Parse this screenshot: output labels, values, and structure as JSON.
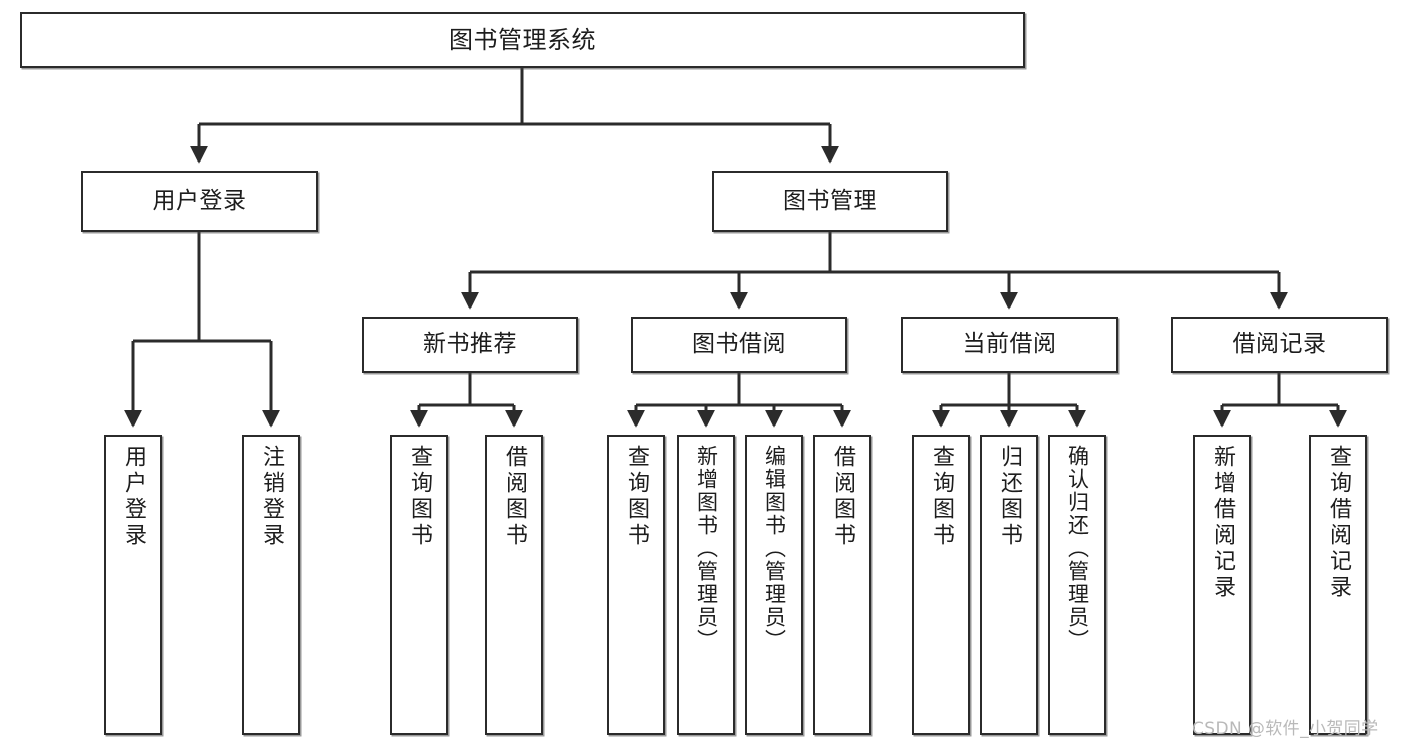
{
  "diagram": {
    "type": "hierarchy-tree",
    "title": "图书管理系统",
    "watermark": "CSDN @软件_小贺同学",
    "colors": {
      "box_border": "#2b2b2b",
      "box_fill": "#ffffff",
      "connector": "#2b2b2b",
      "text": "#1d1d1d",
      "watermark": "#b9b9b9",
      "background": "#ffffff"
    },
    "levels": [
      {
        "level": 1,
        "nodes": [
          {
            "id": "root",
            "label": "图书管理系统",
            "orientation": "horizontal"
          }
        ]
      },
      {
        "level": 2,
        "nodes": [
          {
            "id": "login",
            "label": "用户登录",
            "orientation": "horizontal",
            "parent": "root"
          },
          {
            "id": "bookmgmt",
            "label": "图书管理",
            "orientation": "horizontal",
            "parent": "root"
          }
        ]
      },
      {
        "level": 3,
        "nodes": [
          {
            "id": "newbook",
            "label": "新书推荐",
            "orientation": "horizontal",
            "parent": "bookmgmt"
          },
          {
            "id": "borrow",
            "label": "图书借阅",
            "orientation": "horizontal",
            "parent": "bookmgmt"
          },
          {
            "id": "current",
            "label": "当前借阅",
            "orientation": "horizontal",
            "parent": "bookmgmt"
          },
          {
            "id": "records",
            "label": "借阅记录",
            "orientation": "horizontal",
            "parent": "bookmgmt"
          }
        ]
      },
      {
        "level": 4,
        "nodes": [
          {
            "id": "leaf-1",
            "label": "用户登录",
            "orientation": "vertical",
            "parent": "login"
          },
          {
            "id": "leaf-2",
            "label": "注销登录",
            "orientation": "vertical",
            "parent": "login"
          },
          {
            "id": "leaf-3",
            "label": "查询图书",
            "orientation": "vertical",
            "parent": "newbook"
          },
          {
            "id": "leaf-4",
            "label": "借阅图书",
            "orientation": "vertical",
            "parent": "newbook"
          },
          {
            "id": "leaf-5",
            "label": "查询图书",
            "orientation": "vertical",
            "parent": "borrow"
          },
          {
            "id": "leaf-6",
            "label": "新增图书（管理员）",
            "orientation": "vertical",
            "parent": "borrow"
          },
          {
            "id": "leaf-7",
            "label": "编辑图书（管理员）",
            "orientation": "vertical",
            "parent": "borrow"
          },
          {
            "id": "leaf-8",
            "label": "借阅图书",
            "orientation": "vertical",
            "parent": "borrow"
          },
          {
            "id": "leaf-9",
            "label": "查询图书",
            "orientation": "vertical",
            "parent": "current"
          },
          {
            "id": "leaf-10",
            "label": "归还图书",
            "orientation": "vertical",
            "parent": "current"
          },
          {
            "id": "leaf-11",
            "label": "确认归还（管理员）",
            "orientation": "vertical",
            "parent": "current"
          },
          {
            "id": "leaf-12",
            "label": "新增借阅记录",
            "orientation": "vertical",
            "parent": "records"
          },
          {
            "id": "leaf-13",
            "label": "查询借阅记录",
            "orientation": "vertical",
            "parent": "records"
          }
        ]
      }
    ]
  }
}
